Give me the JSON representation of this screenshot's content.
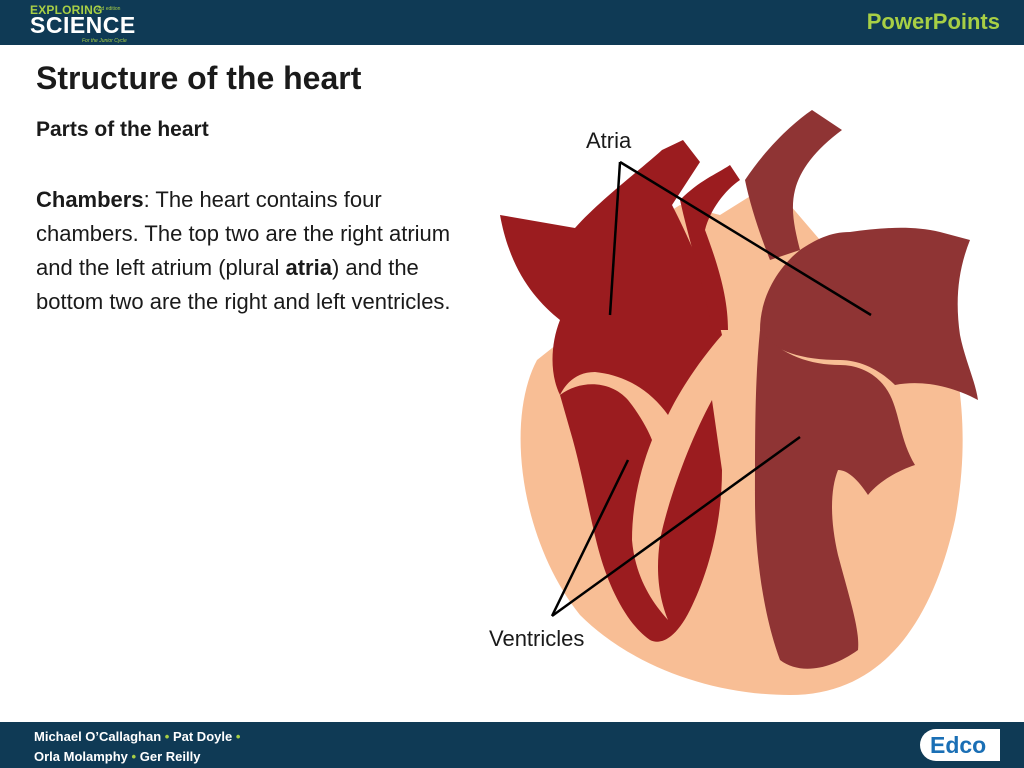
{
  "header": {
    "logo_line1": "EXPLORING",
    "logo_edition": "2nd edition",
    "logo_line2": "SCIENCE",
    "logo_tagline": "For the Junior Cycle",
    "right_label": "PowerPoints"
  },
  "slide": {
    "title": "Structure of the heart",
    "subtitle": "Parts of the heart",
    "body": {
      "term": "Chambers",
      "part1": ": The heart contains four chambers. The top two are the right atrium and the left atrium (plural ",
      "bold_word": "atria",
      "part2": ") and the bottom two are the right and left ventricles."
    }
  },
  "diagram": {
    "label_top": "Atria",
    "label_bottom": "Ventricles",
    "colors": {
      "outer": "#f8be95",
      "right_side": "#9b1c1f",
      "left_side": "#8f3434",
      "stroke": "#000000"
    }
  },
  "footer": {
    "author1": "Michael O’Callaghan",
    "author2": "Pat Doyle",
    "author3": "Orla Molamphy",
    "author4": "Ger Reilly",
    "publisher": "Edco",
    "separator": "•"
  }
}
